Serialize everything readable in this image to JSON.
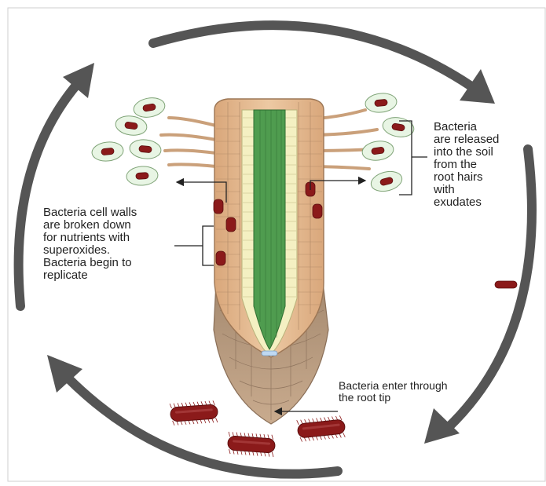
{
  "labels": {
    "left": "Bacteria cell walls\nare broken down\nfor nutrients with\nsuperoxides.\nBacteria begin to\nreplicate",
    "right": " Bacteria\nare released\ninto the soil\nfrom the\nroot hairs\nwith\nexudates",
    "tip": "Bacteria enter through\nthe root tip"
  },
  "colors": {
    "cycle_arrow": "#555555",
    "bacteria": "#8b1a1a",
    "root_cortex": "#e6bf98",
    "vascular": "#4f9c4f",
    "root_cap": "#b99a80",
    "hair_cell": "#e8f5e4"
  }
}
